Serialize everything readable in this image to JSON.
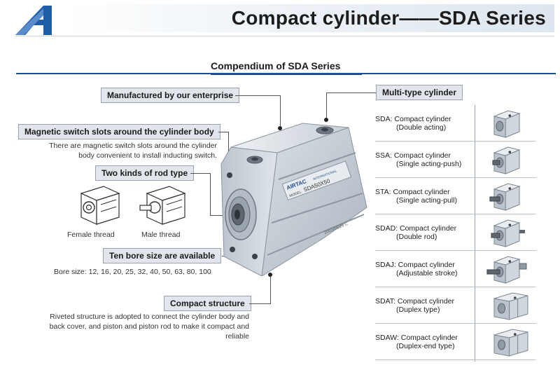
{
  "header": {
    "title": "Compact cylinder——SDA Series",
    "logo_icon": "blue-a-logo-icon"
  },
  "subtitle": "Compendium of SDA Series",
  "callouts": {
    "manufactured": "Manufactured by our enterprise",
    "magnetic": "Magnetic switch slots around the cylinder body",
    "magnetic_desc_1": "There are magnetic switch slots around the cylinder",
    "magnetic_desc_2": "body convenient to install inducting switch.",
    "rod": "Two kinds of rod type",
    "female": "Female thread",
    "male": "Male thread",
    "bore": "Ten bore size are available",
    "bore_desc": "Bore size: 12, 16, 20, 25, 32, 40, 50, 63, 80, 100",
    "compact": "Compact structure",
    "compact_desc_1": "Riveted structure is adopted to connect the cylinder body and",
    "compact_desc_2": "back cover, and piston and piston rod to make it compact and reliable",
    "multi": "Multi-type cylinder"
  },
  "cylinder": {
    "brand": "AIRTAC",
    "brand_sub": "INTERNATIONAL",
    "model_prefix": "MODEL:",
    "model": "SDA50X50",
    "date": "2003/08/26 C"
  },
  "variants": [
    {
      "line1": "SDA: Compact cylinder",
      "line2": "(Double acting)"
    },
    {
      "line1": "SSA: Compact cylinder",
      "line2": "(Single acting-push)"
    },
    {
      "line1": "STA: Compact cylinder",
      "line2": "(Single acting-pull)"
    },
    {
      "line1": "SDAD: Compact cylinder",
      "line2": "(Double rod)"
    },
    {
      "line1": "SDAJ: Compact cylinder",
      "line2": "(Adjustable stroke)"
    },
    {
      "line1": "SDAT: Compact cylinder",
      "line2": "(Duplex type)"
    },
    {
      "line1": "SDAW: Compact cylinder",
      "line2": "(Duplex-end type)"
    }
  ],
  "colors": {
    "accent": "#1e4e8c",
    "callout_bg": "#e2e6ec",
    "aluminum": "#c9d1d9"
  }
}
